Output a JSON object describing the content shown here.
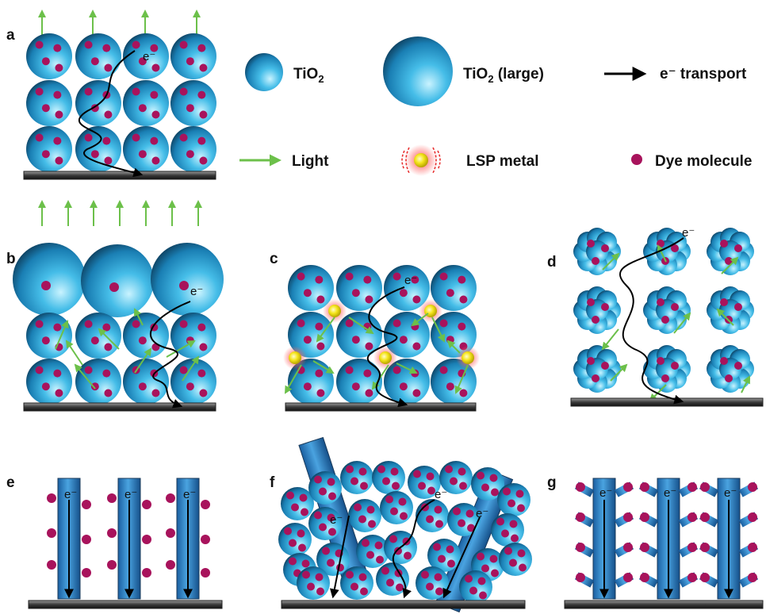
{
  "panels": {
    "a": "a",
    "b": "b",
    "c": "c",
    "d": "d",
    "e": "e",
    "f": "f",
    "g": "g"
  },
  "legend": {
    "tio2": {
      "main": "TiO",
      "sub": "2"
    },
    "tio2_large": {
      "main": "TiO",
      "sub": "2",
      "suffix": " (large)"
    },
    "e_transport": "e⁻ transport",
    "light": "Light",
    "lsp_metal": "LSP metal",
    "dye_molecule": "Dye molecule"
  },
  "electron_label": "e⁻",
  "colors": {
    "tio2": "#2aa3d6",
    "tio2_dark": "#0b2c44",
    "dye": "#a8135c",
    "light_arrow": "#6cc04a",
    "lsp_metal": "#f2e01c",
    "lsp_glow": "#f06a6a",
    "substrate": "#4a4a4a",
    "rod": "#2f7fc4"
  },
  "icons": {
    "light": "green-arrow",
    "e_transport": "black-arrow",
    "lsp_metal": "yellow-sphere-with-red-waves",
    "dye": "magenta-dot"
  }
}
